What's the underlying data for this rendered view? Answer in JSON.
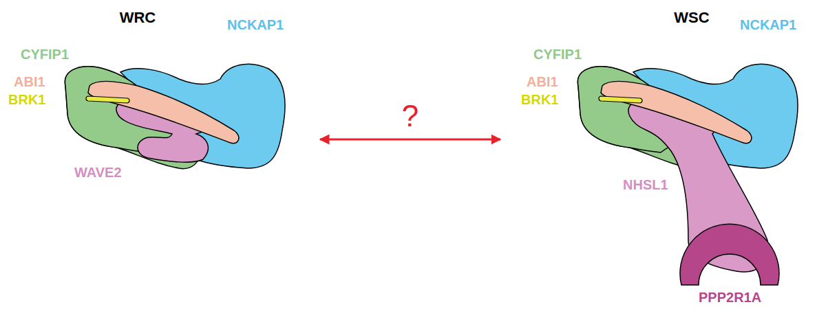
{
  "diagram": {
    "nodes": [
      {
        "text": [
          "WRC"
        ]
      },
      {
        "text": [
          "WSC"
        ]
      }
    ],
    "edges": [
      {
        "from": 0,
        "to": 1,
        "arrow": "both",
        "label": "?"
      }
    ],
    "labels": [
      "CYFIP1",
      "ABI1",
      "BRK1",
      "NCKAP1",
      "WAVE2",
      "CYFIP1",
      "ABI1",
      "BRK1",
      "NCKAP1",
      "NHSL1",
      "PPP2R1A"
    ]
  }
}
